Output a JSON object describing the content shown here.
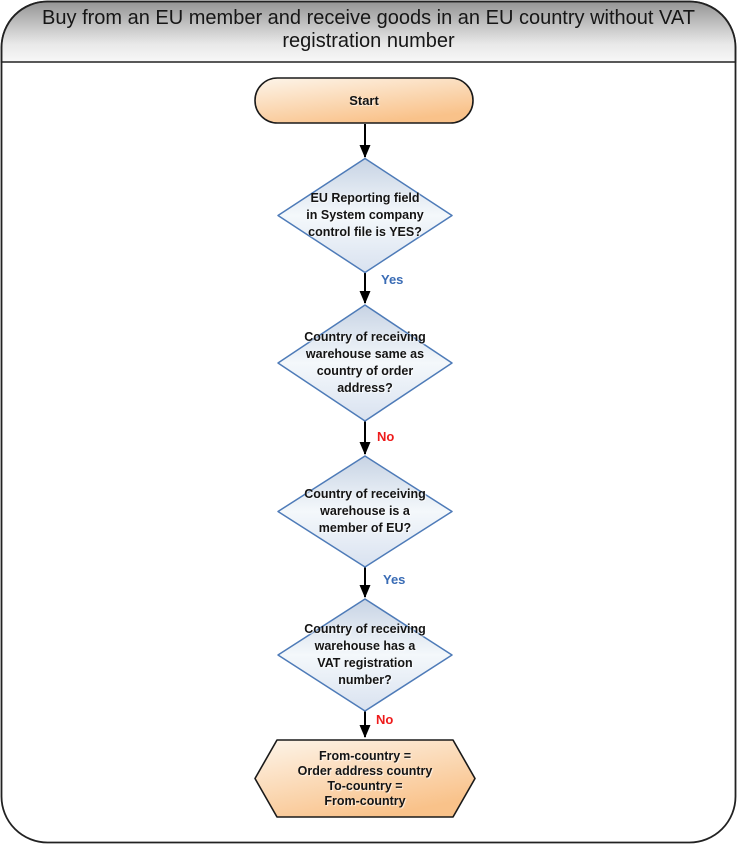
{
  "title": "Buy from an EU member and receive goods in an EU country without VAT\nregistration number",
  "flowchart": {
    "start": {
      "label": "Start"
    },
    "decisions": [
      {
        "label": "EU Reporting field\nin System company\ncontrol file is YES?",
        "branch_label": "Yes"
      },
      {
        "label": "Country of receiving\nwarehouse same as\ncountry of order\naddress?",
        "branch_label": "No"
      },
      {
        "label": "Country of receiving\nwarehouse is a\nmember of EU?",
        "branch_label": "Yes"
      },
      {
        "label": "Country of receiving\nwarehouse has a\nVAT registration\nnumber?",
        "branch_label": "No"
      }
    ],
    "result": {
      "label": "From-country =\nOrder address country\nTo-country =\nFrom-country"
    }
  },
  "colors": {
    "title_band_top": "#949494",
    "title_band_bottom": "#f8f8f8",
    "node_peach_light": "#fdf5ea",
    "node_peach_dark": "#f9c28a",
    "decision_fill_top": "#c7d3e4",
    "decision_fill_mid": "#f4f8fb",
    "decision_fill_bottom": "#d9e2f0",
    "decision_border": "#4e7bb8",
    "node_border": "#1a1a1a",
    "connector": "#000000",
    "yes_label": "#3a6cb5",
    "no_label": "#ee1b1b"
  }
}
